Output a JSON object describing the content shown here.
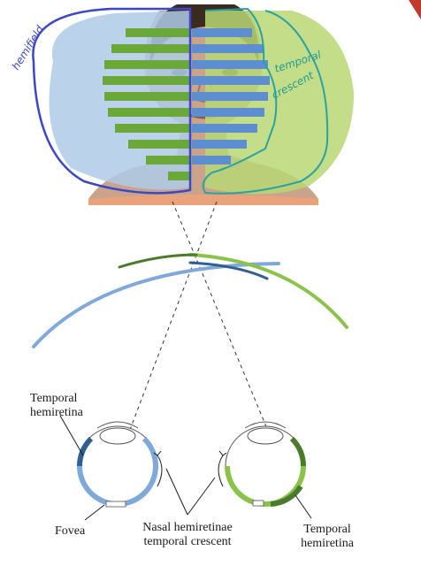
{
  "handwritten_labels": {
    "left": "hemifield",
    "right_line1": "temporal",
    "right_line2": "crescent"
  },
  "labels": {
    "temporal_hemiretina_left_line1": "Temporal",
    "temporal_hemiretina_left_line2": "hemiretina",
    "fovea": "Fovea",
    "nasal_line1": "Nasal hemiretinae",
    "nasal_line2": "temporal crescent",
    "temporal_hemiretina_right_line1": "Temporal",
    "temporal_hemiretina_right_line2": "hemiretina"
  },
  "colors": {
    "left_field_fill": "#aecbe8",
    "left_field_outline": "#3b47c9",
    "right_field_fill": "#b9d774",
    "right_field_outline": "#2aa3a0",
    "right_handwriting": "#1f9a94",
    "green_stripe": "#6aa83a",
    "blue_stripe": "#5d8ed0",
    "light_blue_arc": "#7ea9da",
    "dark_blue_arc": "#2f5f95",
    "light_green_arc": "#8bc34a",
    "dark_green_arc": "#4a7a2c",
    "dashed_line": "#333333",
    "skin": "#c9a48a",
    "hair": "#3a2a20"
  }
}
